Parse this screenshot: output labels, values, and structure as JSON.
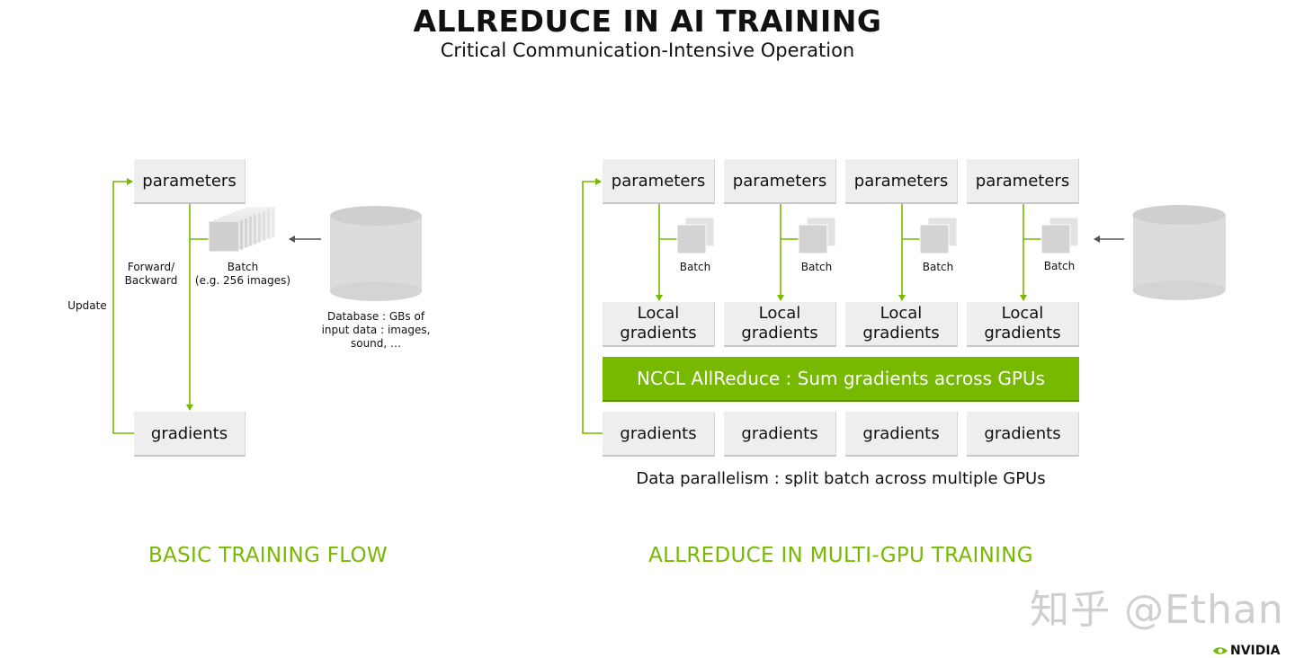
{
  "header": {
    "title": "ALLREDUCE IN AI TRAINING",
    "subtitle": "Critical Communication-Intensive Operation"
  },
  "basic": {
    "parameters": "parameters",
    "gradients": "gradients",
    "forward_backward_line1": "Forward/",
    "forward_backward_line2": "Backward",
    "update": "Update",
    "batch_line1": "Batch",
    "batch_line2": "(e.g. 256 images)",
    "database_line1": "Database : GBs of",
    "database_line2": "input data : images,",
    "database_line3": "sound, …",
    "section_label": "BASIC TRAINING FLOW"
  },
  "multi": {
    "gpus": [
      {
        "parameters": "parameters",
        "batch": "Batch",
        "local_line1": "Local",
        "local_line2": "gradients",
        "gradients": "gradients"
      },
      {
        "parameters": "parameters",
        "batch": "Batch",
        "local_line1": "Local",
        "local_line2": "gradients",
        "gradients": "gradients"
      },
      {
        "parameters": "parameters",
        "batch": "Batch",
        "local_line1": "Local",
        "local_line2": "gradients",
        "gradients": "gradients"
      },
      {
        "parameters": "parameters",
        "batch": "Batch",
        "local_line1": "Local",
        "local_line2": "gradients",
        "gradients": "gradients"
      }
    ],
    "allreduce": "NCCL AllReduce : Sum gradients across GPUs",
    "caption": "Data parallelism : split batch across multiple GPUs",
    "section_label": "ALLREDUCE IN MULTI-GPU TRAINING"
  },
  "watermark": "知乎 @Ethan",
  "logo": {
    "text": "NVIDIA",
    "icon": "nvidia-eye-icon"
  },
  "colors": {
    "accent": "#76b900",
    "box": "#eeeeee",
    "arrow": "#76b900"
  }
}
